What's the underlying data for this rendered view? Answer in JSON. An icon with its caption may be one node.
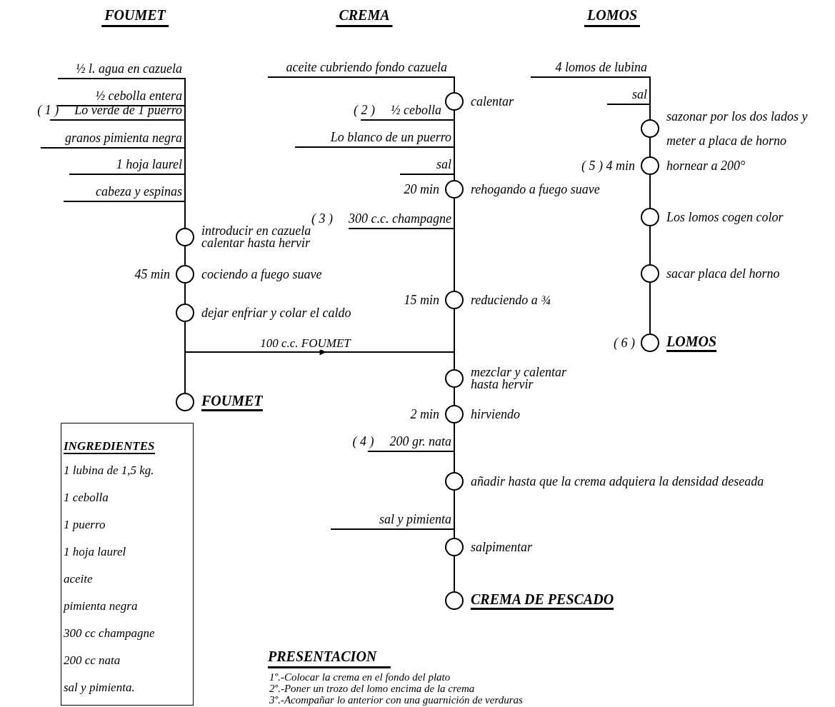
{
  "diagram": {
    "nodes": [
      {
        "text": [
          "½ l. agua en cazuela"
        ]
      },
      {
        "text": [
          "½ cebolla entera"
        ]
      },
      {
        "text": [
          "Lo verde de 1 puerro"
        ],
        "beside": [
          "( 1 )"
        ]
      },
      {
        "text": [
          "granos pimienta negra"
        ]
      },
      {
        "text": [
          "1 hoja laurel"
        ]
      },
      {
        "text": [
          "cabeza y espinas"
        ]
      },
      {
        "text": [
          "introducir en cazuela calentar hasta hervir"
        ]
      },
      {
        "text": [
          "cociendo a fuego suave"
        ],
        "beside": [
          "45 min"
        ]
      },
      {
        "text": [
          "dejar enfriar y colar el caldo"
        ]
      },
      {
        "text": [
          "FOUMET"
        ]
      },
      {
        "text": [
          "aceite cubriendo fondo cazuela"
        ]
      },
      {
        "text": [
          "calentar"
        ]
      },
      {
        "text": [
          "½ cebolla"
        ],
        "beside": [
          "( 2 )"
        ]
      },
      {
        "text": [
          "Lo blanco de un puerro"
        ]
      },
      {
        "text": [
          "sal"
        ]
      },
      {
        "text": [
          "rehogando a fuego suave"
        ],
        "beside": [
          "20 min"
        ]
      },
      {
        "text": [
          "300 c.c. champagne"
        ],
        "beside": [
          "( 3 )"
        ]
      },
      {
        "text": [
          "reduciendo a ¾"
        ],
        "beside": [
          "15 min"
        ]
      },
      {
        "text": [
          "mezclar y calentar hasta hervir"
        ]
      },
      {
        "text": [
          "hirviendo"
        ],
        "beside": [
          "2 min"
        ]
      },
      {
        "text": [
          "200 gr. nata"
        ],
        "beside": [
          "( 4 )"
        ]
      },
      {
        "text": [
          "añadir hasta que la crema adquiera la densidad deseada"
        ]
      },
      {
        "text": [
          "sal y pimienta"
        ]
      },
      {
        "text": [
          "salpimentar"
        ]
      },
      {
        "text": [
          "CREMA DE PESCADO"
        ]
      },
      {
        "text": [
          "4 lomos de lubina"
        ]
      },
      {
        "text": [
          "sal"
        ]
      },
      {
        "text": [
          "sazonar por los dos lados y meter a placa de horno"
        ]
      },
      {
        "text": [
          "hornear a 200°"
        ],
        "beside": [
          "( 5 )  4 min"
        ]
      },
      {
        "text": [
          "Los lomos cogen color"
        ]
      },
      {
        "text": [
          "sacar placa del horno"
        ]
      },
      {
        "text": [
          "LOMOS"
        ],
        "beside": [
          "( 6 )"
        ]
      },
      {
        "text": [
          "INGREDIENTES",
          "1 lubina de 1,5 kg.",
          "1 cebolla",
          "1 puerro",
          "1 hoja laurel",
          "aceite",
          "pimienta negra",
          "300 cc champagne",
          "200 cc nata",
          "sal y pimienta."
        ]
      }
    ],
    "edges": [
      {
        "from": 0,
        "to": 6,
        "arrow": "none"
      },
      {
        "from": 1,
        "to": 6,
        "arrow": "none"
      },
      {
        "from": 2,
        "to": 6,
        "arrow": "none"
      },
      {
        "from": 3,
        "to": 6,
        "arrow": "none"
      },
      {
        "from": 4,
        "to": 6,
        "arrow": "none"
      },
      {
        "from": 5,
        "to": 6,
        "arrow": "none"
      },
      {
        "from": 6,
        "to": 7,
        "arrow": "none"
      },
      {
        "from": 7,
        "to": 8,
        "arrow": "none"
      },
      {
        "from": 8,
        "to": 9,
        "arrow": "none"
      },
      {
        "from": 8,
        "to": 18,
        "arrow": "to",
        "label": "100 c.c. FOUMET"
      },
      {
        "from": 10,
        "to": 11,
        "arrow": "none"
      },
      {
        "from": 11,
        "to": 15,
        "arrow": "none"
      },
      {
        "from": 12,
        "to": 15,
        "arrow": "none"
      },
      {
        "from": 13,
        "to": 15,
        "arrow": "none"
      },
      {
        "from": 14,
        "to": 15,
        "arrow": "none"
      },
      {
        "from": 15,
        "to": 17,
        "arrow": "none"
      },
      {
        "from": 16,
        "to": 17,
        "arrow": "none"
      },
      {
        "from": 17,
        "to": 18,
        "arrow": "none"
      },
      {
        "from": 18,
        "to": 19,
        "arrow": "none"
      },
      {
        "from": 19,
        "to": 21,
        "arrow": "none"
      },
      {
        "from": 20,
        "to": 21,
        "arrow": "none"
      },
      {
        "from": 21,
        "to": 23,
        "arrow": "none"
      },
      {
        "from": 22,
        "to": 23,
        "arrow": "none"
      },
      {
        "from": 23,
        "to": 24,
        "arrow": "none"
      },
      {
        "from": 25,
        "to": 27,
        "arrow": "none"
      },
      {
        "from": 26,
        "to": 27,
        "arrow": "none"
      },
      {
        "from": 27,
        "to": 28,
        "arrow": "none"
      },
      {
        "from": 28,
        "to": 29,
        "arrow": "none"
      },
      {
        "from": 29,
        "to": 30,
        "arrow": "none"
      },
      {
        "from": 30,
        "to": 31,
        "arrow": "none"
      }
    ],
    "labels": [
      "FOUMET",
      "CREMA",
      "LOMOS",
      "PRESENTACION",
      "1º.-Colocar la crema en el fondo del plato",
      "2º.-Poner un trozo del lomo encima de la crema",
      "3º.-Acompañar lo anterior con una guarnición de verduras"
    ]
  }
}
